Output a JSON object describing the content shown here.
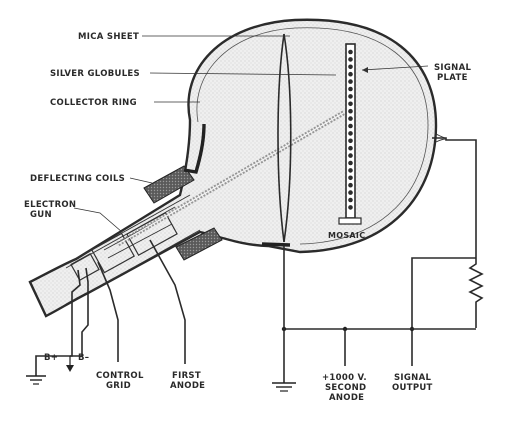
{
  "labels": {
    "mica_sheet": "MICA SHEET",
    "silver_globules": "SILVER GLOBULES",
    "collector_ring": "COLLECTOR RING",
    "deflecting_coils": "DEFLECTING COILS",
    "electron_gun_1": "ELECTRON",
    "electron_gun_2": "GUN",
    "signal_plate_1": "SIGNAL",
    "signal_plate_2": "PLATE",
    "mosaic": "MOSAIC",
    "b_plus": "B+",
    "b_minus": "B–",
    "control_grid_1": "CONTROL",
    "control_grid_2": "GRID",
    "first_anode_1": "FIRST",
    "first_anode_2": "ANODE",
    "second_anode_1": "+1000 V.",
    "second_anode_2": "SECOND",
    "second_anode_3": "ANODE",
    "signal_output_1": "SIGNAL",
    "signal_output_2": "OUTPUT"
  },
  "colors": {
    "background": "#ffffff",
    "ink": "#2b2b2b",
    "glass_fill": "#ebebeb"
  }
}
